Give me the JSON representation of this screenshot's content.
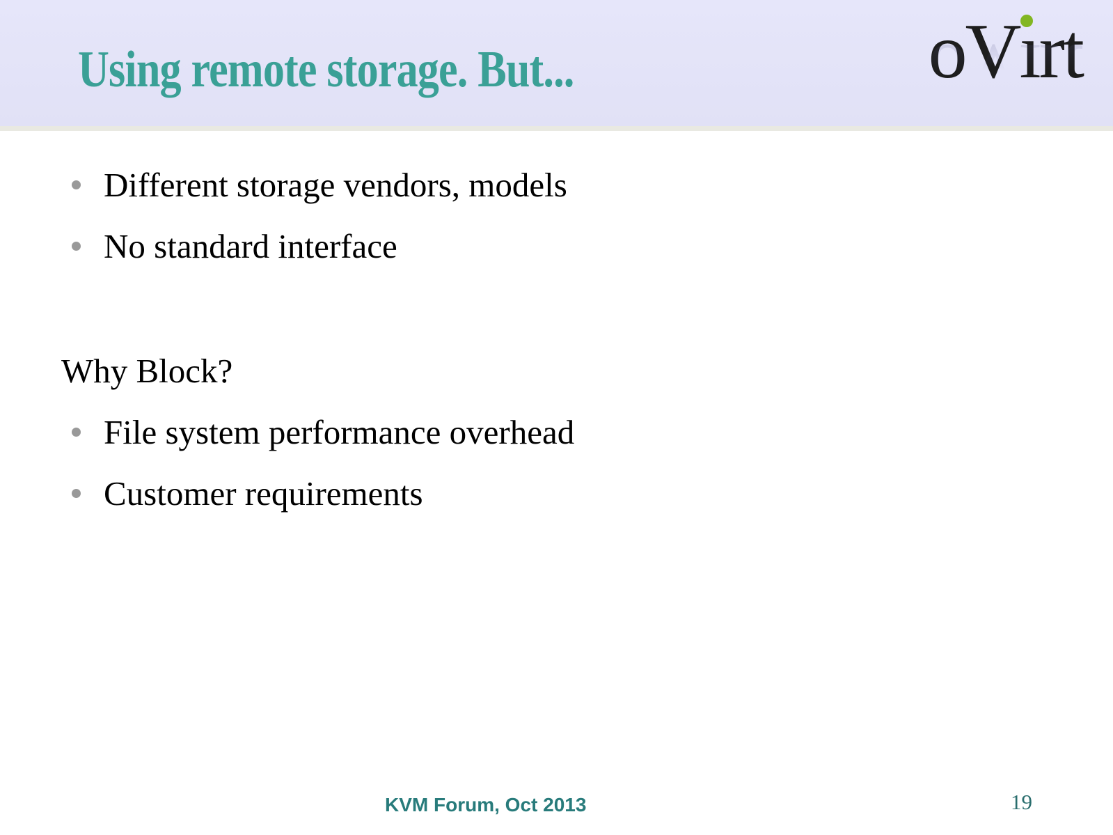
{
  "slide": {
    "title": "Using remote storage. But...",
    "footer": "KVM Forum, Oct 2013",
    "page_number": "19"
  },
  "logo": {
    "text": "oVirt",
    "part1": "oV",
    "part2": "ı",
    "part3": "rt"
  },
  "content": {
    "bullets_top": [
      "Different storage vendors, models",
      "No standard interface"
    ],
    "heading": "Why Block?",
    "bullets_bottom": [
      "File system performance overhead",
      "Customer requirements"
    ]
  },
  "colors": {
    "title_teal": "#3AA096",
    "footer_teal": "#287B7B",
    "page_number_teal": "#2A6E6E",
    "header_band_lavender": "#E3E3F8",
    "band_border_gray": "#E9E9E2",
    "bullet_gray": "#999999",
    "body_text": "#000000",
    "logo_dark": "#1D1D1D",
    "logo_green": "#82B622"
  }
}
